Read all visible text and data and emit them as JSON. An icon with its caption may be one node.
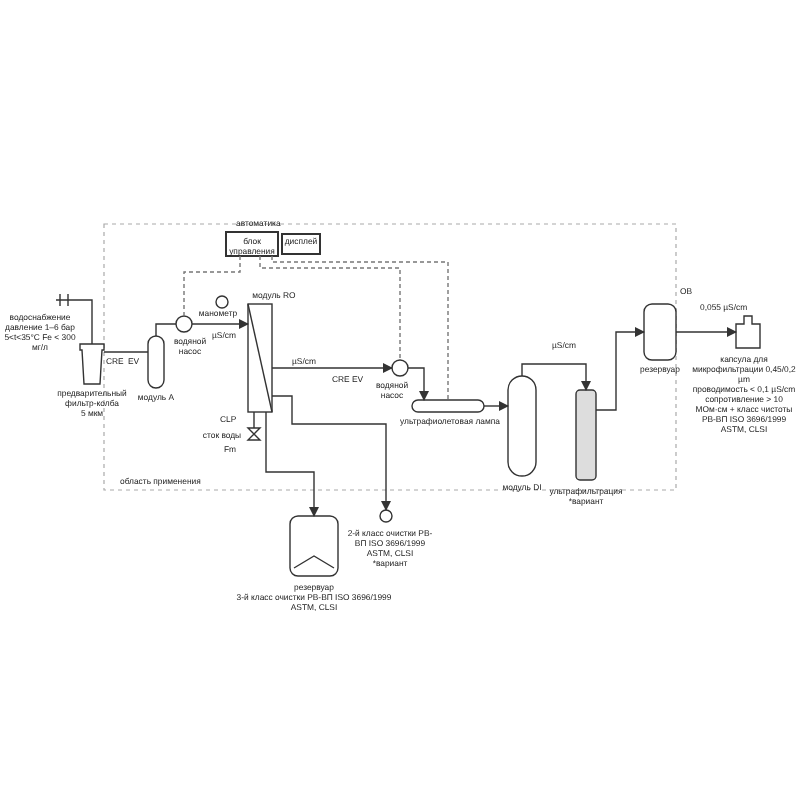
{
  "diagram": {
    "nodes": [
      {
        "text": [
          "водоснабжение",
          "давление 1–6 бар 5<t<35°C Fe < 300 мг/л"
        ]
      },
      {
        "text": [
          "предварительный фильтр-колба",
          "5 мкм"
        ]
      },
      {
        "text": [
          "модуль A"
        ]
      },
      {
        "text": [
          "водяной насос"
        ]
      },
      {
        "text": [
          "манометр"
        ]
      },
      {
        "text": [
          "модуль RO"
        ]
      },
      {
        "text": [
          "блок управления"
        ]
      },
      {
        "text": [
          "дисплей"
        ]
      },
      {
        "text": [
          "водяной насос"
        ]
      },
      {
        "text": [
          "ультрафиолетовая лампа"
        ]
      },
      {
        "text": [
          "модуль DI"
        ]
      },
      {
        "text": [
          "ультрафильтрация",
          "*вариант"
        ]
      },
      {
        "text": [
          "резервуар"
        ]
      },
      {
        "text": [
          "капсула для микрофильтрации 0,45/0,2 µm",
          "проводимость < 0,1 µS/cm сопротивление > 10 МОм·см + класс чистоты РВ-ВП ISO 3696/1999 ASTM, CLSI"
        ]
      },
      {
        "text": [
          "резервуар",
          "3-й класс очистки РВ-ВП ISO 3696/1999 ASTM, CLSI"
        ]
      },
      {
        "text": [
          "2-й класс очистки РВ-ВП ISO 3696/1999 ASTM, CLSI",
          "*вариант"
        ]
      },
      {
        "text": [
          "сток воды"
        ]
      }
    ],
    "edges": [
      {
        "from": 0,
        "to": 1,
        "arrow": "none"
      },
      {
        "from": 1,
        "to": 2,
        "arrow": "none"
      },
      {
        "from": 2,
        "to": 3,
        "arrow": "none"
      },
      {
        "from": 3,
        "to": 5,
        "arrow": "to"
      },
      {
        "from": 5,
        "to": 8,
        "arrow": "to"
      },
      {
        "from": 8,
        "to": 9,
        "arrow": "to"
      },
      {
        "from": 9,
        "to": 10,
        "arrow": "to"
      },
      {
        "from": 10,
        "to": 11,
        "arrow": "to"
      },
      {
        "from": 11,
        "to": 12,
        "arrow": "to"
      },
      {
        "from": 12,
        "to": 13,
        "arrow": "to"
      },
      {
        "from": 5,
        "to": 14,
        "arrow": "to"
      },
      {
        "from": 5,
        "to": 16,
        "arrow": "none"
      },
      {
        "from": 5,
        "to": 15,
        "arrow": "to"
      },
      {
        "from": 6,
        "to": 3,
        "arrow": "none",
        "style": "dashed"
      },
      {
        "from": 6,
        "to": 8,
        "arrow": "none",
        "style": "dashed"
      },
      {
        "from": 6,
        "to": 9,
        "arrow": "none",
        "style": "dashed"
      }
    ],
    "labels": [
      "автоматика",
      "CRE",
      "EV",
      "µS/cm",
      "µS/cm",
      "CRE",
      "EV",
      "CLP",
      "Fm",
      "µS/cm",
      "OB",
      "0,055 µS/cm",
      "область применения"
    ]
  }
}
